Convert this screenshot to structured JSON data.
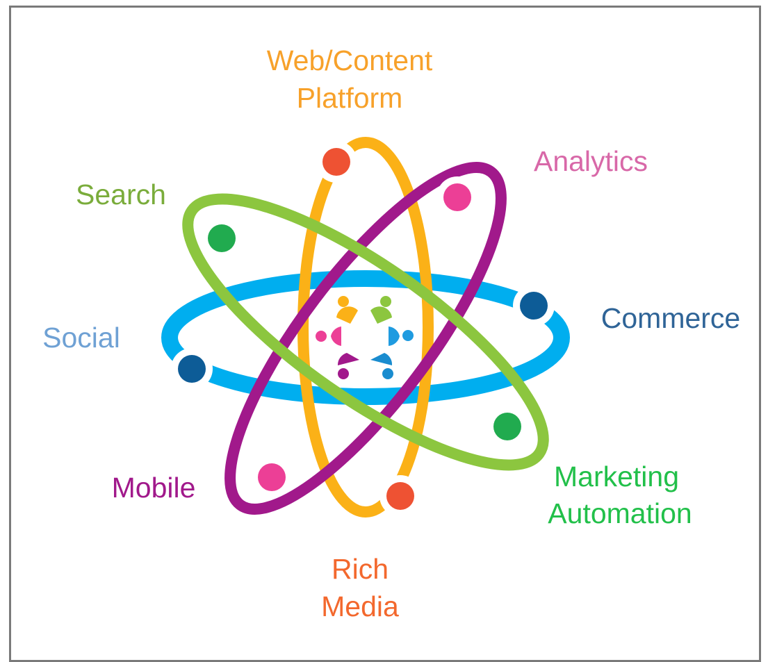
{
  "colors": {
    "web_content": "#fbb117",
    "web_content_label": "#f7a12a",
    "rich_media_label": "#f3682d",
    "red_dot": "#ee5233",
    "analytics_label": "#d868a8",
    "pink_dot": "#ec3f96",
    "mobile": "#a1198b",
    "search": "#8cc63f",
    "search_label": "#7aac3b",
    "marketing_label": "#22c04a",
    "green_dot": "#21ab4f",
    "social_ring": "#00aeef",
    "social_label": "#6fa1d4",
    "commerce_label": "#2f6497",
    "blue_dot": "#0d5c97",
    "hub_dot_blue": "#1f9be0"
  },
  "labels": {
    "web_content": [
      "Web/Content",
      "Platform"
    ],
    "analytics": "Analytics",
    "search": "Search",
    "social": "Social",
    "commerce": "Commerce",
    "mobile": "Mobile",
    "marketing": [
      "Marketing",
      "Automation"
    ],
    "rich_media": [
      "Rich",
      "Media"
    ]
  },
  "icons": {
    "center": "people-circle-icon"
  }
}
